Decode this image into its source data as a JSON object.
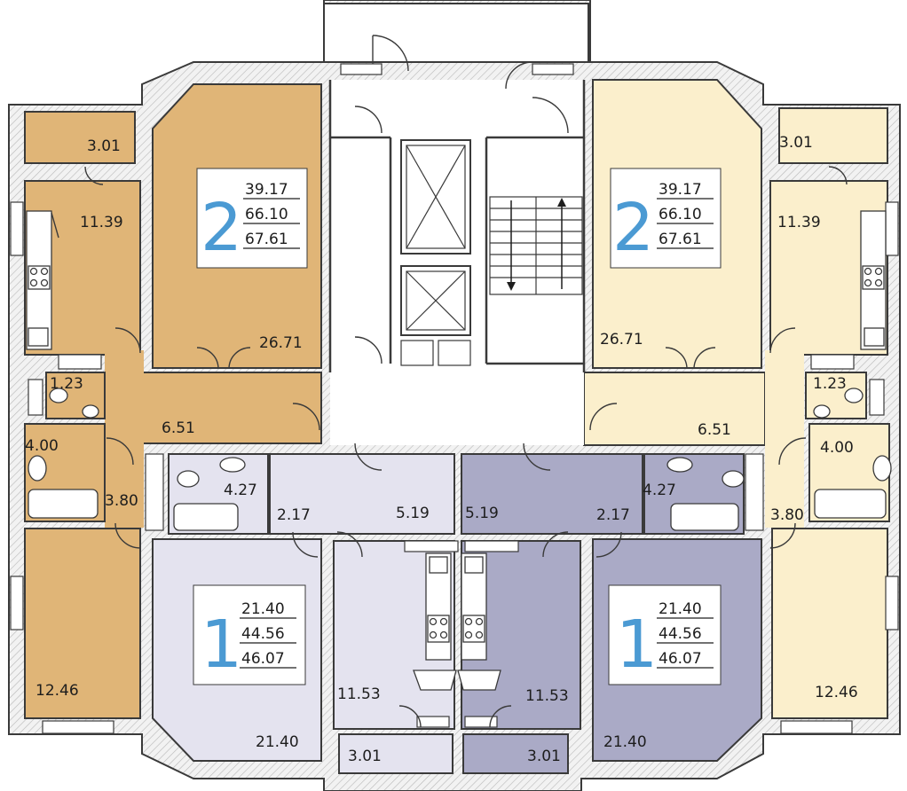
{
  "colors": {
    "apt_left_2": "#e0b577",
    "apt_right_2": "#fbefcc",
    "apt_left_1": "#e4e3ef",
    "apt_right_1": "#aaaac6",
    "common_area": "#ffffff",
    "wall": "#3a3a3a",
    "room_count": "#4b9ad3"
  },
  "apartments": [
    {
      "id": "left-2room",
      "rooms_count": "2",
      "summary": {
        "living": "39.17",
        "total": "66.10",
        "total_with_balcony": "67.61"
      },
      "rooms": [
        {
          "label": "balcony",
          "area": "3.01"
        },
        {
          "label": "kitchen",
          "area": "11.39"
        },
        {
          "label": "living-room",
          "area": "26.71"
        },
        {
          "label": "toilet",
          "area": "1.23"
        },
        {
          "label": "hall",
          "area": "6.51"
        },
        {
          "label": "bathroom",
          "area": "4.00"
        },
        {
          "label": "corridor",
          "area": "3.80"
        },
        {
          "label": "bedroom",
          "area": "12.46"
        }
      ]
    },
    {
      "id": "right-2room",
      "rooms_count": "2",
      "summary": {
        "living": "39.17",
        "total": "66.10",
        "total_with_balcony": "67.61"
      },
      "rooms": [
        {
          "label": "balcony",
          "area": "3.01"
        },
        {
          "label": "kitchen",
          "area": "11.39"
        },
        {
          "label": "living-room",
          "area": "26.71"
        },
        {
          "label": "toilet",
          "area": "1.23"
        },
        {
          "label": "hall",
          "area": "6.51"
        },
        {
          "label": "bathroom",
          "area": "4.00"
        },
        {
          "label": "corridor",
          "area": "3.80"
        },
        {
          "label": "bedroom",
          "area": "12.46"
        }
      ]
    },
    {
      "id": "left-1room",
      "rooms_count": "1",
      "summary": {
        "living": "21.40",
        "total": "44.56",
        "total_with_balcony": "46.07"
      },
      "rooms": [
        {
          "label": "bathroom",
          "area": "4.27"
        },
        {
          "label": "corridor",
          "area": "2.17"
        },
        {
          "label": "hall",
          "area": "5.19"
        },
        {
          "label": "kitchen",
          "area": "11.53"
        },
        {
          "label": "living-room",
          "area": "21.40"
        },
        {
          "label": "balcony",
          "area": "3.01"
        }
      ]
    },
    {
      "id": "right-1room",
      "rooms_count": "1",
      "summary": {
        "living": "21.40",
        "total": "44.56",
        "total_with_balcony": "46.07"
      },
      "rooms": [
        {
          "label": "hall",
          "area": "5.19"
        },
        {
          "label": "corridor",
          "area": "2.17"
        },
        {
          "label": "bathroom",
          "area": "4.27"
        },
        {
          "label": "kitchen",
          "area": "11.53"
        },
        {
          "label": "living-room",
          "area": "21.40"
        },
        {
          "label": "balcony",
          "area": "3.01"
        }
      ]
    }
  ]
}
